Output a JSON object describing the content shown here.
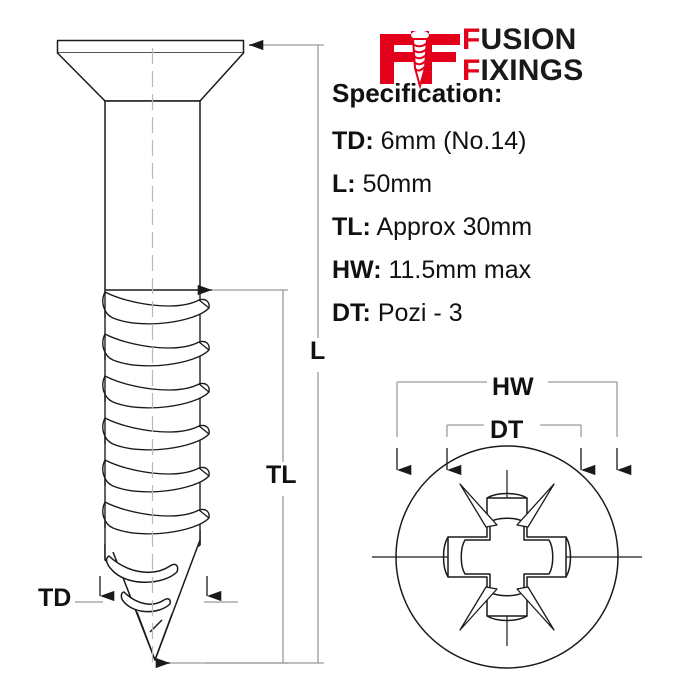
{
  "brand": {
    "name_line1_red": "F",
    "name_line1_black": "USION",
    "name_line2_red": "F",
    "name_line2_black": "IXINGS",
    "mark": "ff-screw-monogram",
    "accent_color": "#E2001A",
    "text_color": "#1A1A1A"
  },
  "spec": {
    "title": "Specification:",
    "rows": [
      {
        "key": "TD:",
        "value": "6mm (No.14)"
      },
      {
        "key": "L:",
        "value": "50mm"
      },
      {
        "key": "TL:",
        "value": "Approx 30mm"
      },
      {
        "key": "HW:",
        "value": "11.5mm max"
      },
      {
        "key": "DT:",
        "value": "Pozi - 3"
      }
    ]
  },
  "dimensions": {
    "length": "L",
    "thread_length": "TL",
    "thread_diameter": "TD",
    "head_width": "HW",
    "drive_type": "DT"
  },
  "drawing": {
    "side_view": "countersunk-wood-screw-side-view",
    "head_view": "pozidriv-head-top-view",
    "line_color": "#1A1A1A",
    "dim_line_color": "#9A9A9A"
  }
}
